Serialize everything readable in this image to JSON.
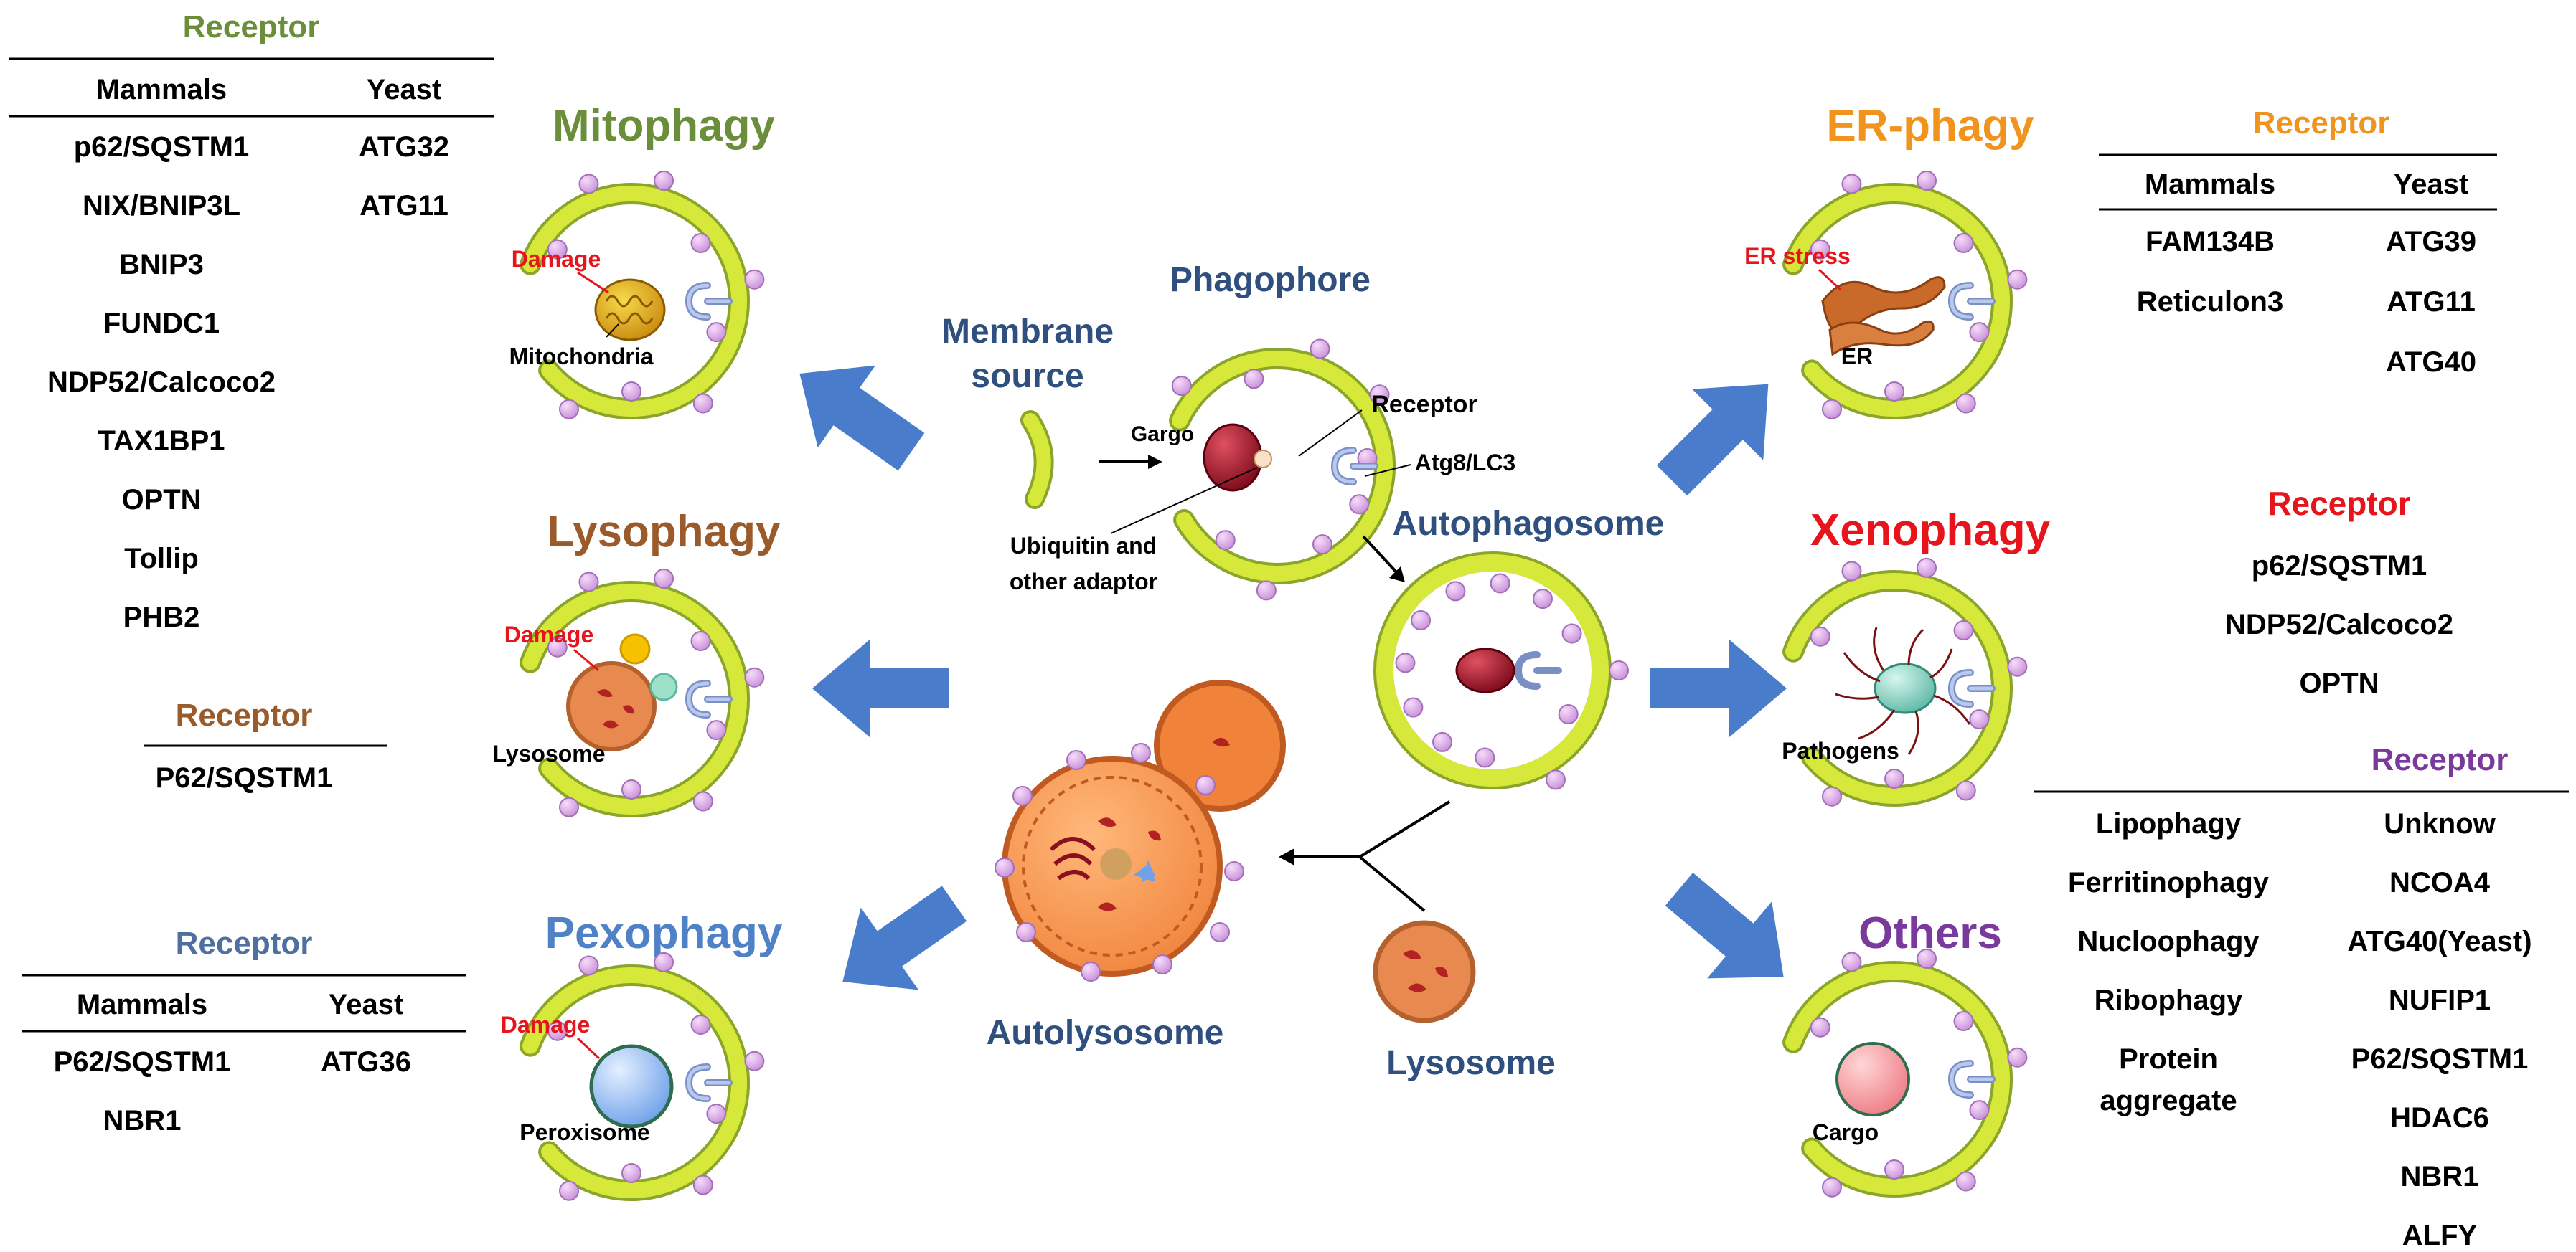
{
  "colors": {
    "mitophagy": "#6b8e3a",
    "lysophagy": "#9a5a2a",
    "pexophagy": "#4f81c7",
    "er_phagy": "#f0941d",
    "xenophagy": "#e8141b",
    "others": "#7a3a9c",
    "center_label": "#2f4f7f",
    "damage": "#e8141b",
    "membrane": "#d6e83a",
    "lc3": "#e3a5ec",
    "arrow": "#4a7ccc"
  },
  "mito_table": {
    "title": "Receptor",
    "headers": [
      "Mammals",
      "Yeast"
    ],
    "rows": [
      [
        "p62/SQSTM1",
        "ATG32"
      ],
      [
        "NIX/BNIP3L",
        "ATG11"
      ],
      [
        "BNIP3",
        ""
      ],
      [
        "FUNDC1",
        ""
      ],
      [
        "NDP52/Calcoco2",
        ""
      ],
      [
        "TAX1BP1",
        ""
      ],
      [
        "OPTN",
        ""
      ],
      [
        "Tollip",
        ""
      ],
      [
        "PHB2",
        ""
      ]
    ]
  },
  "lyso_table": {
    "title": "Receptor",
    "rows": [
      "P62/SQSTM1"
    ]
  },
  "pexo_table": {
    "title": "Receptor",
    "headers": [
      "Mammals",
      "Yeast"
    ],
    "rows": [
      [
        "P62/SQSTM1",
        "ATG36"
      ],
      [
        "NBR1",
        ""
      ]
    ]
  },
  "er_table": {
    "title": "Receptor",
    "headers": [
      "Mammals",
      "Yeast"
    ],
    "rows": [
      [
        "FAM134B",
        "ATG39"
      ],
      [
        "Reticulon3",
        "ATG11"
      ],
      [
        "",
        "ATG40"
      ]
    ]
  },
  "xeno_table": {
    "title": "Receptor",
    "rows": [
      "p62/SQSTM1",
      "NDP52/Calcoco2",
      "OPTN"
    ]
  },
  "others_table": {
    "title": "Receptor",
    "left": [
      "Lipophagy",
      "Ferritinophagy",
      "Nucloophagy",
      "Ribophagy",
      "Protein",
      "aggregate"
    ],
    "right": [
      "Unknow",
      "NCOA4",
      "ATG40(Yeast)",
      "NUFIP1",
      "P62/SQSTM1",
      "HDAC6",
      "NBR1",
      "ALFY"
    ]
  },
  "panels": {
    "mitophagy": {
      "title": "Mitophagy",
      "damage": "Damage",
      "organelle": "Mitochondria"
    },
    "lysophagy": {
      "title": "Lysophagy",
      "damage": "Damage",
      "organelle": "Lysosome"
    },
    "pexophagy": {
      "title": "Pexophagy",
      "damage": "Damage",
      "organelle": "Peroxisome"
    },
    "er_phagy": {
      "title": "ER-phagy",
      "damage": "ER stress",
      "organelle": "ER"
    },
    "xenophagy": {
      "title": "Xenophagy",
      "organelle": "Pathogens"
    },
    "others": {
      "title": "Others",
      "organelle": "Cargo"
    }
  },
  "center": {
    "membrane_source": [
      "Membrane",
      "source"
    ],
    "phagophore": "Phagophore",
    "cargo": "Gargo",
    "receptor": "Receptor",
    "atg8": "Atg8/LC3",
    "ubiquitin": [
      "Ubiquitin and",
      "other adaptor"
    ],
    "autophagosome": "Autophagosome",
    "autolysosome": "Autolysosome",
    "lysosome": "Lysosome"
  }
}
